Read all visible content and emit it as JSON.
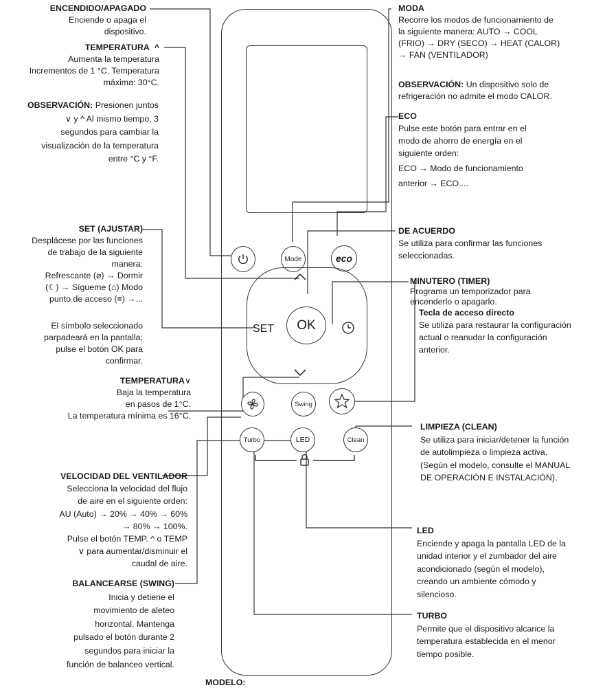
{
  "left": {
    "power": {
      "title": "ENCENDIDO/APAGADO",
      "lines": [
        "Enciende o apaga el",
        "dispositivo."
      ]
    },
    "temp_up": {
      "title": "TEMPERATURA",
      "title_symbol": "^",
      "lines": [
        "Aumenta la temperatura",
        "Incrementos de 1 °C. Temperatura",
        "máxima: 30°C."
      ]
    },
    "observation": {
      "label": "OBSERVACIÓN:",
      "line1_rest": "Presionen juntos",
      "lines": [
        "∨ y ^  Al mismo tiempo, 3",
        "segundos para cambiar la",
        "visualización de la temperatura",
        "entre °C y °F."
      ]
    },
    "set": {
      "title": "SET (AJUSTAR)",
      "lines": [
        "Desplácese por las funciones",
        "de trabajo de la siguiente",
        "manera:",
        "Refrescante (⌀) → Dormir",
        "(☾) → Sígueme (⌂) Modo",
        "punto de acceso (≡) →..."
      ]
    },
    "set_note": {
      "lines": [
        "El símbolo seleccionado",
        "parpadeará en la pantalla;",
        "pulse el botón OK para",
        "confirmar."
      ]
    },
    "temp_down": {
      "title": "TEMPERATURA",
      "title_symbol": "∨",
      "lines": [
        "Baja la temperatura",
        "en pasos de 1°C.",
        "La temperatura mínima es 16°C."
      ]
    },
    "fan": {
      "title": "VELOCIDAD DEL VENTILADOR",
      "lines": [
        "Selecciona la velocidad del flujo",
        "de aire en el siguiente orden:",
        "AU (Auto) → 20% → 40% → 60%",
        "→ 80% → 100%.",
        "Pulse el botón TEMP. ^  o TEMP",
        "∨  para aumentar/disminuir el",
        "caudal de aire."
      ]
    },
    "swing": {
      "title": "BALANCEARSE (SWING)",
      "lines": [
        "Inicia y detiene el",
        "movimiento de aleteo",
        "horizontal. Mantenga",
        "pulsado el botón durante 2",
        "segundos para iniciar la",
        "función de balanceo vertical."
      ]
    }
  },
  "right": {
    "mode": {
      "title": "MODA",
      "lines": [
        "Recorre los modos de funcionamiento de",
        "la siguiente manera: AUTO → COOL",
        "(FRIO) → DRY (SECO) → HEAT (CALOR)",
        "→ FAN (VENTILADOR)"
      ]
    },
    "mode_note": {
      "label": "OBSERVACIÓN:",
      "line1_rest": "Un dispositivo solo de",
      "lines": [
        "refrigeración no admite el modo CALOR."
      ]
    },
    "eco": {
      "title": "ECO",
      "lines": [
        "Pulse este botón para entrar en el",
        "modo de ahorro de energía en el",
        "siguiente orden:",
        "ECO  → Modo de funcionamiento",
        "anterior → ECO...."
      ]
    },
    "ok": {
      "title": "DE ACUERDO",
      "lines": [
        "Se utiliza para confirmar las funciones",
        "seleccionadas."
      ]
    },
    "timer": {
      "title": "MINUTERO (TIMER)",
      "lines": [
        "Programa un temporizador para",
        "encenderlo o apagarlo."
      ]
    },
    "shortcut": {
      "title": "Tecla de acceso directo",
      "lines": [
        "Se utiliza para restaurar la configuración",
        "actual o reanudar la configuración",
        "anterior."
      ]
    },
    "clean": {
      "title": "LIMPIEZA (CLEAN)",
      "lines": [
        "Se utiliza para iniciar/detener la función",
        "de autolimpieza o limpieza activa.",
        "(Según el modelo, consulte el MANUAL",
        "DE OPERACIÓN E INSTALACIÓN)."
      ]
    },
    "led": {
      "title": "LED",
      "lines": [
        "Enciende y apaga la pantalla LED de la",
        "unidad interior y el zumbador del aire",
        "acondicionado (según el modelo),",
        "creando un ambiente cómodo y",
        "silencioso."
      ]
    },
    "turbo": {
      "title": "TURBO",
      "lines": [
        "Permite que el dispositivo alcance la",
        "temperatura establecida en el menor",
        "tiempo posible."
      ]
    }
  },
  "remote": {
    "mode_btn": "Mode",
    "eco_btn": "eco",
    "ok_btn": "OK",
    "set_label": "SET",
    "swing_btn": "Swing",
    "turbo_btn": "Turbo",
    "led_btn": "LED",
    "clean_btn": "Clean"
  },
  "footer": {
    "model_label": "MODELO:"
  }
}
